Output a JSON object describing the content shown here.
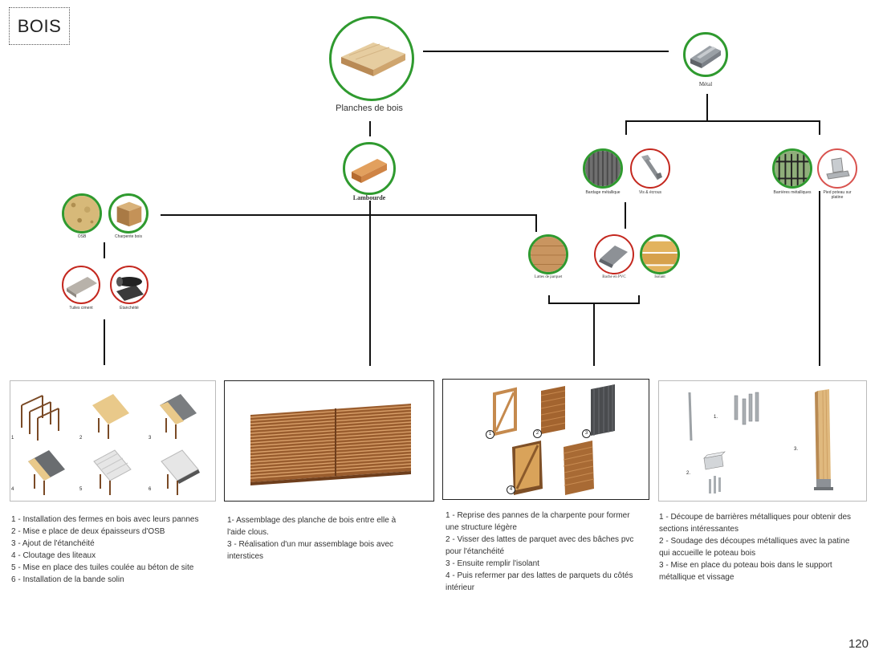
{
  "title": "BOIS",
  "page_number": "120",
  "nodes": {
    "planches": "Planches de bois",
    "metal": "Métal",
    "lambourde": "Lambourde",
    "osb": "OSB",
    "charpente": "Charpente bois",
    "tuiles": "Tuiles ciment",
    "etancheite": "Étanchéité",
    "bardage": "Bardage métallique",
    "vis": "Vis & écrous",
    "barrieres": "Barrières métalliques",
    "pied": "Pied poteau sur platine",
    "lattes": "Lattes de parquet",
    "bache": "Bache en PVC",
    "isolant": "Isolant"
  },
  "panel1": {
    "steps": [
      "1",
      "2",
      "3",
      "4",
      "5",
      "6"
    ],
    "lines": [
      "1 - Installation des fermes en bois avec leurs pannes",
      "2 - Mise e place de deux épaisseurs d'OSB",
      "3 - Ajout de l'étanchéité",
      "4 - Cloutage des liteaux",
      "5 - Mise en place des tuiles coulée au béton de site",
      "6 - Installation de la bande solin"
    ]
  },
  "panel2": {
    "lines": [
      "1- Assemblage des planche de bois entre elle à l'aide clous.",
      "3 - Réalisation d'un mur assemblage bois avec interstices"
    ]
  },
  "panel3": {
    "steps": [
      "1",
      "2",
      "3",
      "4"
    ],
    "lines": [
      "1 - Reprise des pannes de la charpente pour former une structure légère",
      "2 - Visser des lattes de parquet avec des bâches pvc pour l'étanchéité",
      "3 - Ensuite remplir l'isolant",
      "4 - Puis refermer par des lattes de parquets du côtés intérieur"
    ]
  },
  "panel4": {
    "steps": [
      "1.",
      "2.",
      "3."
    ],
    "lines": [
      "1 - Découpe de barrières métalliques pour obtenir des sections intéressantes",
      "2 - Soudage des découpes métalliques avec la patine qui accueille le poteau bois",
      "3 - Mise en place du poteau bois dans le support métallique et vissage"
    ]
  },
  "colors": {
    "available": "#2f9a2f",
    "to_buy": "#c4281f",
    "wood": "#b07848"
  }
}
